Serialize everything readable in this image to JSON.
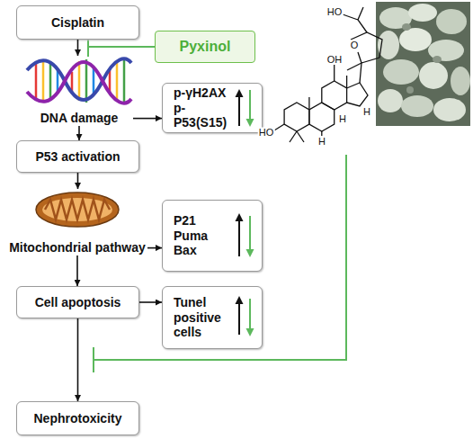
{
  "diagram": {
    "nodes": [
      {
        "text": [
          "Cisplatin"
        ]
      },
      {
        "text": [
          "Pyxinol"
        ]
      },
      {
        "text": [
          "DNA damage"
        ]
      },
      {
        "text": [
          "p-γH2AX",
          "p-P53(S15)"
        ]
      },
      {
        "text": [
          "P53 activation"
        ]
      },
      {
        "text": [
          "Mitochondrial pathway"
        ]
      },
      {
        "text": [
          "P21",
          "Puma",
          "Bax"
        ]
      },
      {
        "text": [
          "Cell apoptosis"
        ]
      },
      {
        "text": [
          "Tunel positive cells"
        ]
      },
      {
        "text": [
          "Nephrotoxicity"
        ]
      }
    ],
    "edges": [
      {
        "from": 0,
        "to": 2,
        "arrow": "to"
      },
      {
        "from": 2,
        "to": 3,
        "arrow": "to"
      },
      {
        "from": 2,
        "to": 4,
        "arrow": "to"
      },
      {
        "from": 4,
        "to": 5,
        "arrow": "to"
      },
      {
        "from": 5,
        "to": 6,
        "arrow": "to"
      },
      {
        "from": 5,
        "to": 7,
        "arrow": "to"
      },
      {
        "from": 7,
        "to": 8,
        "arrow": "to"
      },
      {
        "from": 7,
        "to": 9,
        "arrow": "to"
      }
    ],
    "labels": [
      "HO",
      "OH",
      "O",
      "HO",
      "H",
      "H",
      "H"
    ]
  }
}
